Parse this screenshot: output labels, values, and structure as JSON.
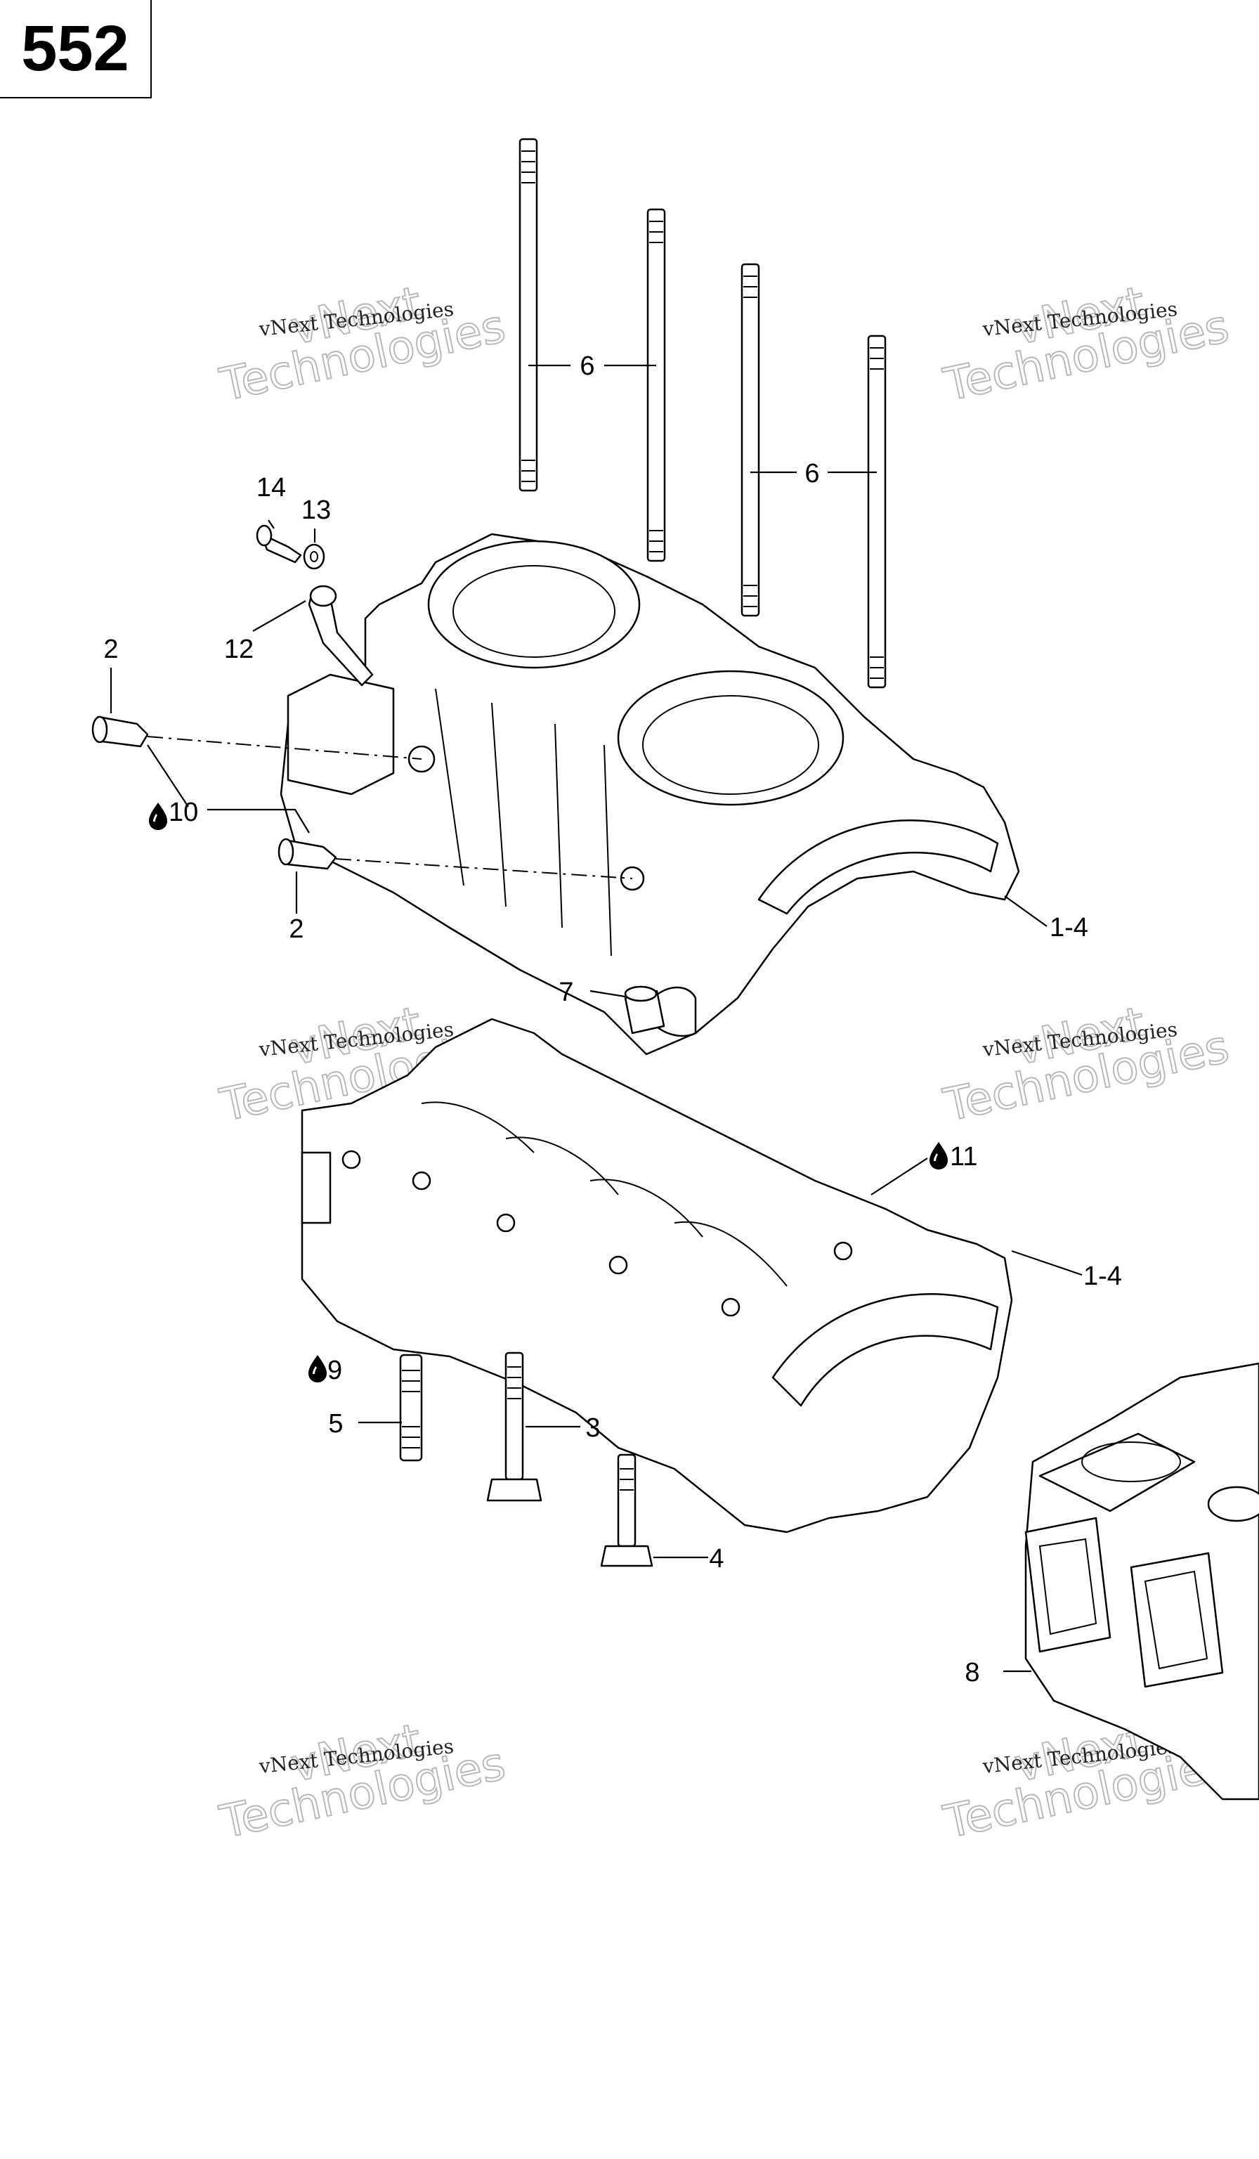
{
  "page": {
    "number": "552"
  },
  "watermark": {
    "line1": "vNext Technologies",
    "line2": "vNext",
    "line3": "Technologies"
  },
  "callouts": {
    "c6a": "6",
    "c6b": "6",
    "c14": "14",
    "c13": "13",
    "c12": "12",
    "c2a": "2",
    "c10": "10",
    "c2b": "2",
    "c1_4a": "1-4",
    "c7": "7",
    "c11": "11",
    "c1_4b": "1-4",
    "c9": "9",
    "c5": "5",
    "c3": "3",
    "c4": "4",
    "c8": "8"
  },
  "icons": {
    "oil_drop": "oil-drop-icon"
  },
  "colors": {
    "line": "#000000",
    "watermark": "#b9b9b9",
    "background": "#ffffff"
  }
}
